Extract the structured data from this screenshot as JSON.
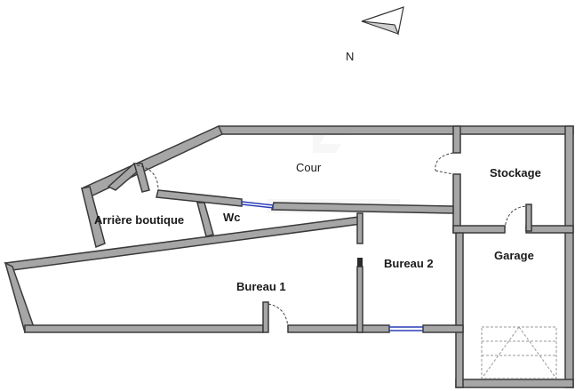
{
  "north": {
    "label": "N",
    "icon": "north-arrow-icon"
  },
  "rooms": {
    "cour": "Cour",
    "stockage": "Stockage",
    "arriere_boutique": "Arrière boutique",
    "wc": "Wc",
    "bureau_2": "Bureau 2",
    "garage": "Garage",
    "bureau_1": "Bureau 1"
  },
  "colors": {
    "wall_fill": "#a6a6a6",
    "wall_stroke": "#3a3a3a",
    "window": "#2c3fb8",
    "text": "#1a1a1a"
  }
}
